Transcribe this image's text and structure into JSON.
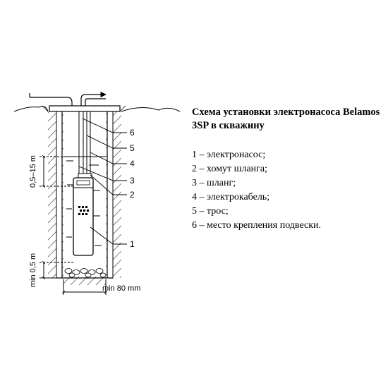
{
  "diagram": {
    "depth_label": "0,5–15 m",
    "bottom_label": "min 0,5 m",
    "diameter_label": "min 80 mm",
    "callouts": [
      "6",
      "5",
      "4",
      "3",
      "2",
      "1"
    ]
  },
  "caption": {
    "title": "Схема установки электронасоса Belamos 3SP в скважину",
    "legend": [
      "1 – электронасос;",
      "2 – хомут шланга;",
      "3 – шланг;",
      "4 – электрокабель;",
      "5 – трос;",
      "6 – место крепления подвески."
    ]
  }
}
